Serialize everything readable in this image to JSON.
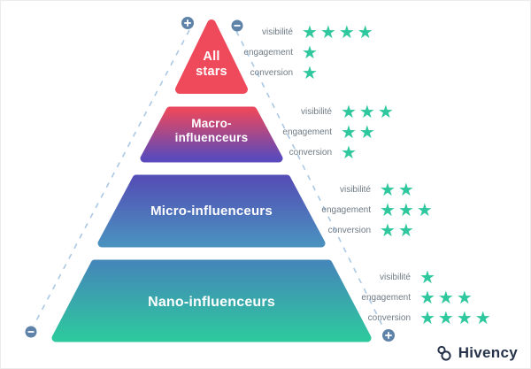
{
  "diagram": {
    "metrics": [
      "visibilité",
      "engagement",
      "conversion"
    ],
    "star_symbol": "★",
    "tiers": [
      {
        "name": "All stars",
        "line1": "All",
        "line2": "stars",
        "stars": [
          4,
          1,
          1
        ]
      },
      {
        "name": "Macro-influenceurs",
        "line1": "Macro-",
        "line2": "influenceurs",
        "stars": [
          3,
          2,
          1
        ]
      },
      {
        "name": "Micro-influenceurs",
        "line1": "Micro-influenceurs",
        "stars": [
          2,
          3,
          2
        ]
      },
      {
        "name": "Nano-influenceurs",
        "line1": "Nano-influenceurs",
        "stars": [
          1,
          3,
          4
        ]
      }
    ],
    "axis_markers": {
      "top_left": "+",
      "top_right": "−",
      "bottom_left": "−",
      "bottom_right": "+"
    }
  },
  "colors": {
    "tier_allstars": "#EF4A5C",
    "tier_macro_top": "#E9485E",
    "tier_macro_bottom": "#5A4ABC",
    "tier_micro_top": "#544FB5",
    "tier_micro_bottom": "#4A90BF",
    "tier_nano_top": "#4487B9",
    "tier_nano_bottom": "#2EC89E",
    "star": "#2FC89E",
    "guide_line": "#ABC8E4",
    "guide_circle": "#5E82A8",
    "metric_text": "#6F7B85",
    "brand_text": "#26334A"
  },
  "brand": {
    "name": "Hivency"
  }
}
